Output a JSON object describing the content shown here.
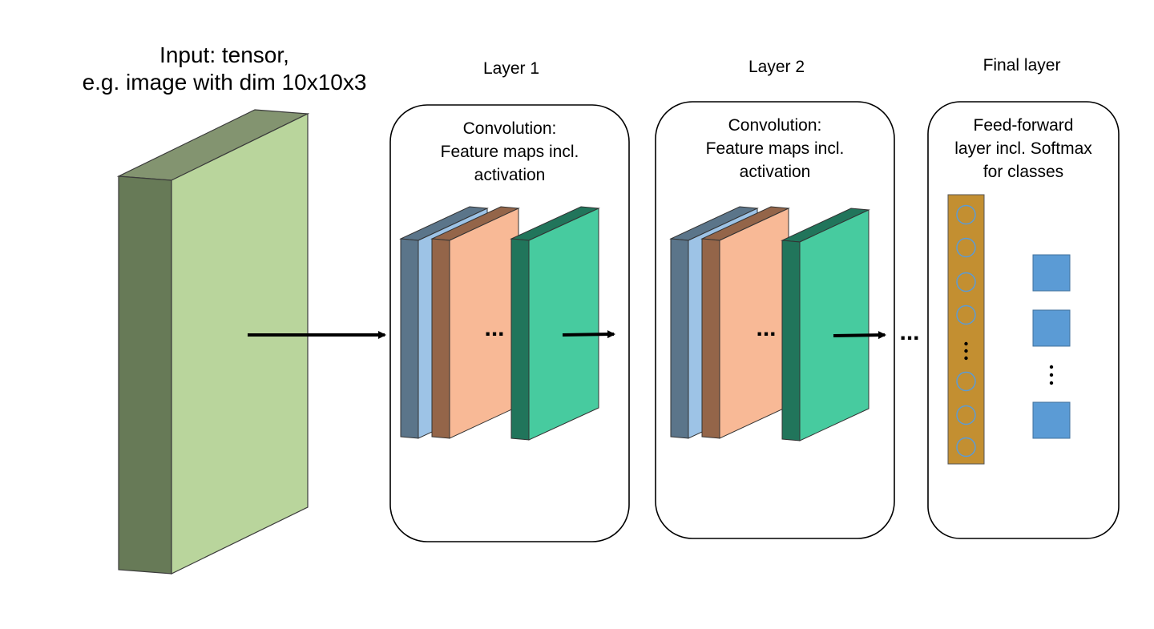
{
  "input": {
    "title_line1": "Input: tensor,",
    "title_line2": "e.g. image with dim 10x10x3",
    "front_color": "#b9d59c",
    "side_color": "#677a57",
    "top_color": "#839470"
  },
  "layer1": {
    "title": "Layer 1",
    "caption_line1": "Convolution:",
    "caption_line2": "Feature maps incl.",
    "caption_line3": "activation",
    "ellipsis": "..."
  },
  "layer2": {
    "title": "Layer 2",
    "caption_line1": "Convolution:",
    "caption_line2": "Feature maps incl.",
    "caption_line3": "activation",
    "ellipsis": "..."
  },
  "between_ellipsis": "...",
  "final_layer": {
    "title": "Final layer",
    "caption_line1": "Feed-forward",
    "caption_line2": "layer incl. Softmax",
    "caption_line3": "for classes",
    "neuron_column_color": "#c38f31",
    "neuron_color": "#5b9bd5",
    "output_color": "#5b9bd5"
  },
  "feature_map_colors": {
    "blue_front": "#9dc3e6",
    "blue_side": "#5b758a",
    "orange_front": "#f8b996",
    "orange_side": "#946549",
    "teal_front": "#47cb9f",
    "teal_side": "#21755b"
  }
}
